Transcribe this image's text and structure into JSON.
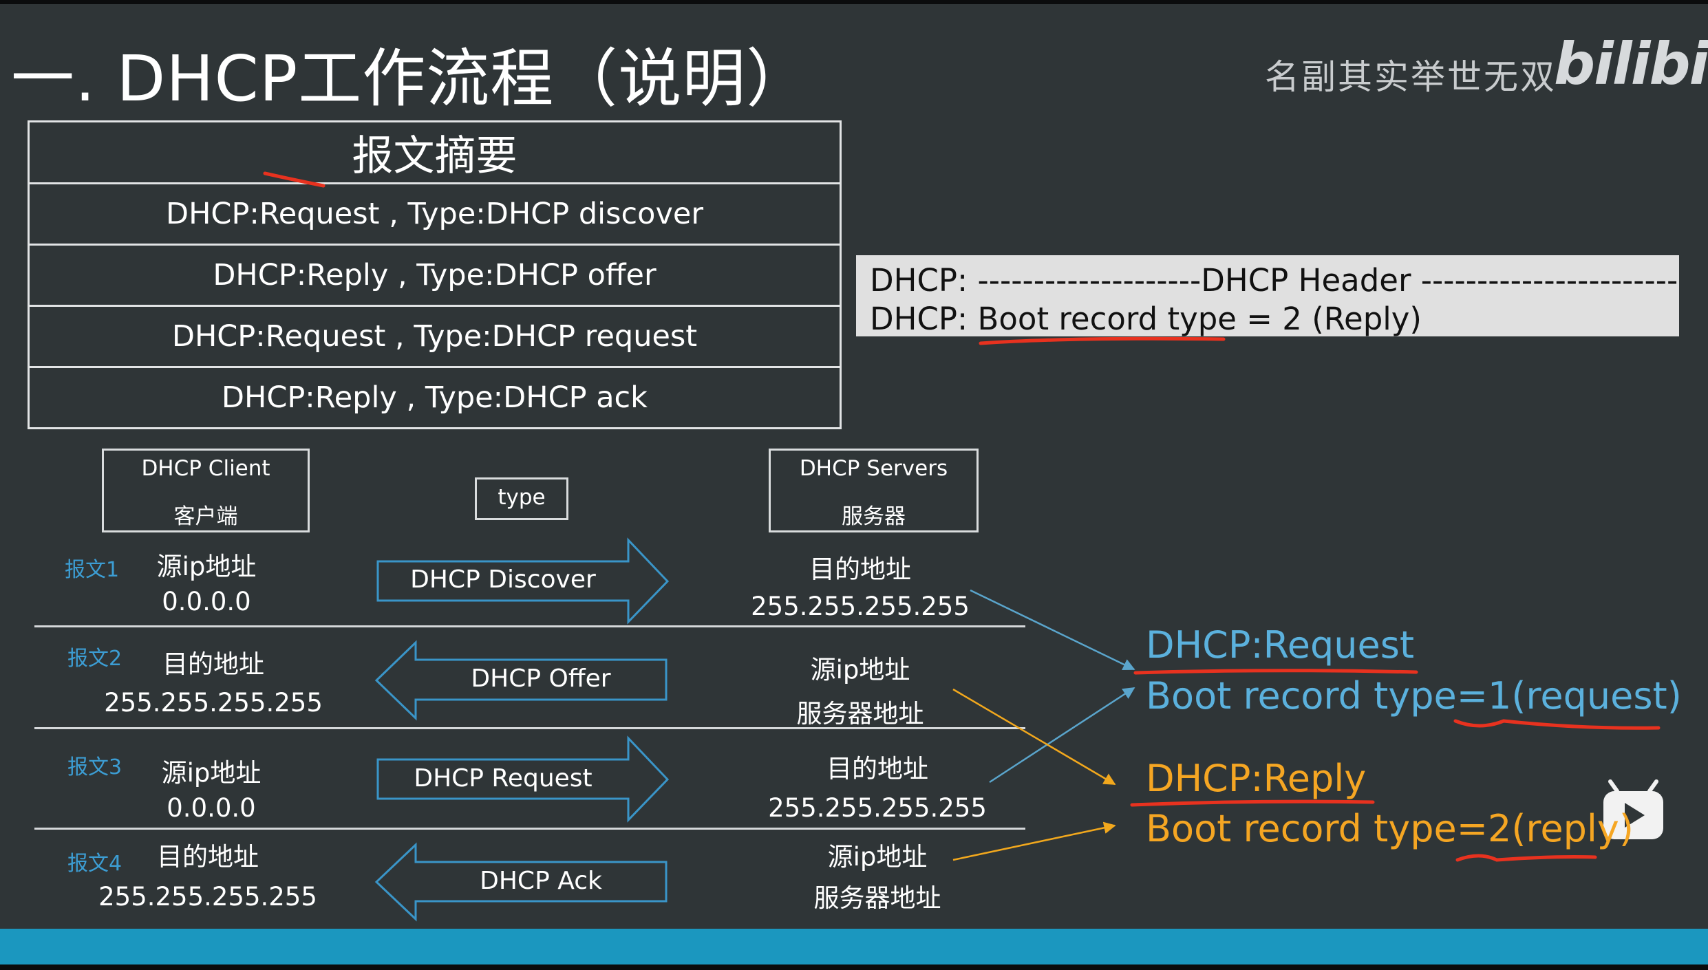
{
  "title": "一. DHCP工作流程（说明）",
  "watermark": {
    "slogan": "名副其实举世无双",
    "logo": "bilibili"
  },
  "summary_table": {
    "header": "报文摘要",
    "rows": [
      "DHCP:Request , Type:DHCP discover",
      "DHCP:Reply , Type:DHCP offer",
      "DHCP:Request , Type:DHCP request",
      "DHCP:Reply , Type:DHCP ack"
    ]
  },
  "header_box": {
    "line1": "DHCP: --------------------DHCP Header ------------------------",
    "line2": "DHCP: Boot record type = 2 (Reply)"
  },
  "columns": {
    "client_line1": "DHCP Client",
    "client_line2": "客户端",
    "type": "type",
    "server_line1": "DHCP Servers",
    "server_line2": "服务器"
  },
  "messages": [
    {
      "tag": "报文1",
      "left_line1": "源ip地址",
      "left_line2": "0.0.0.0",
      "arrow": "DHCP Discover",
      "right_line1": "目的地址",
      "right_line2": "255.255.255.255"
    },
    {
      "tag": "报文2",
      "left_line1": "目的地址",
      "left_line2": "255.255.255.255",
      "arrow": "DHCP Offer",
      "right_line1": "源ip地址",
      "right_line2": "服务器地址"
    },
    {
      "tag": "报文3",
      "left_line1": "源ip地址",
      "left_line2": "0.0.0.0",
      "arrow": "DHCP Request",
      "right_line1": "目的地址",
      "right_line2": "255.255.255.255"
    },
    {
      "tag": "报文4",
      "left_line1": "目的地址",
      "left_line2": "255.255.255.255",
      "arrow": "DHCP Ack",
      "right_line1": "源ip地址",
      "right_line2": "服务器地址"
    }
  ],
  "annotations": {
    "request_title": "DHCP:Request",
    "request_line": "Boot record type=1(request)",
    "reply_title": "DHCP:Reply",
    "reply_line": "Boot record type=2(reply)"
  },
  "colors": {
    "background": "#2f3537",
    "accent_blue": "#5bb1dd",
    "accent_orange": "#f5a623",
    "tag_blue": "#3c9dd3",
    "bottom_bar": "#1b97bf",
    "ink_red": "#e8321f"
  },
  "icons": {
    "play_overlay": "play-icon"
  }
}
